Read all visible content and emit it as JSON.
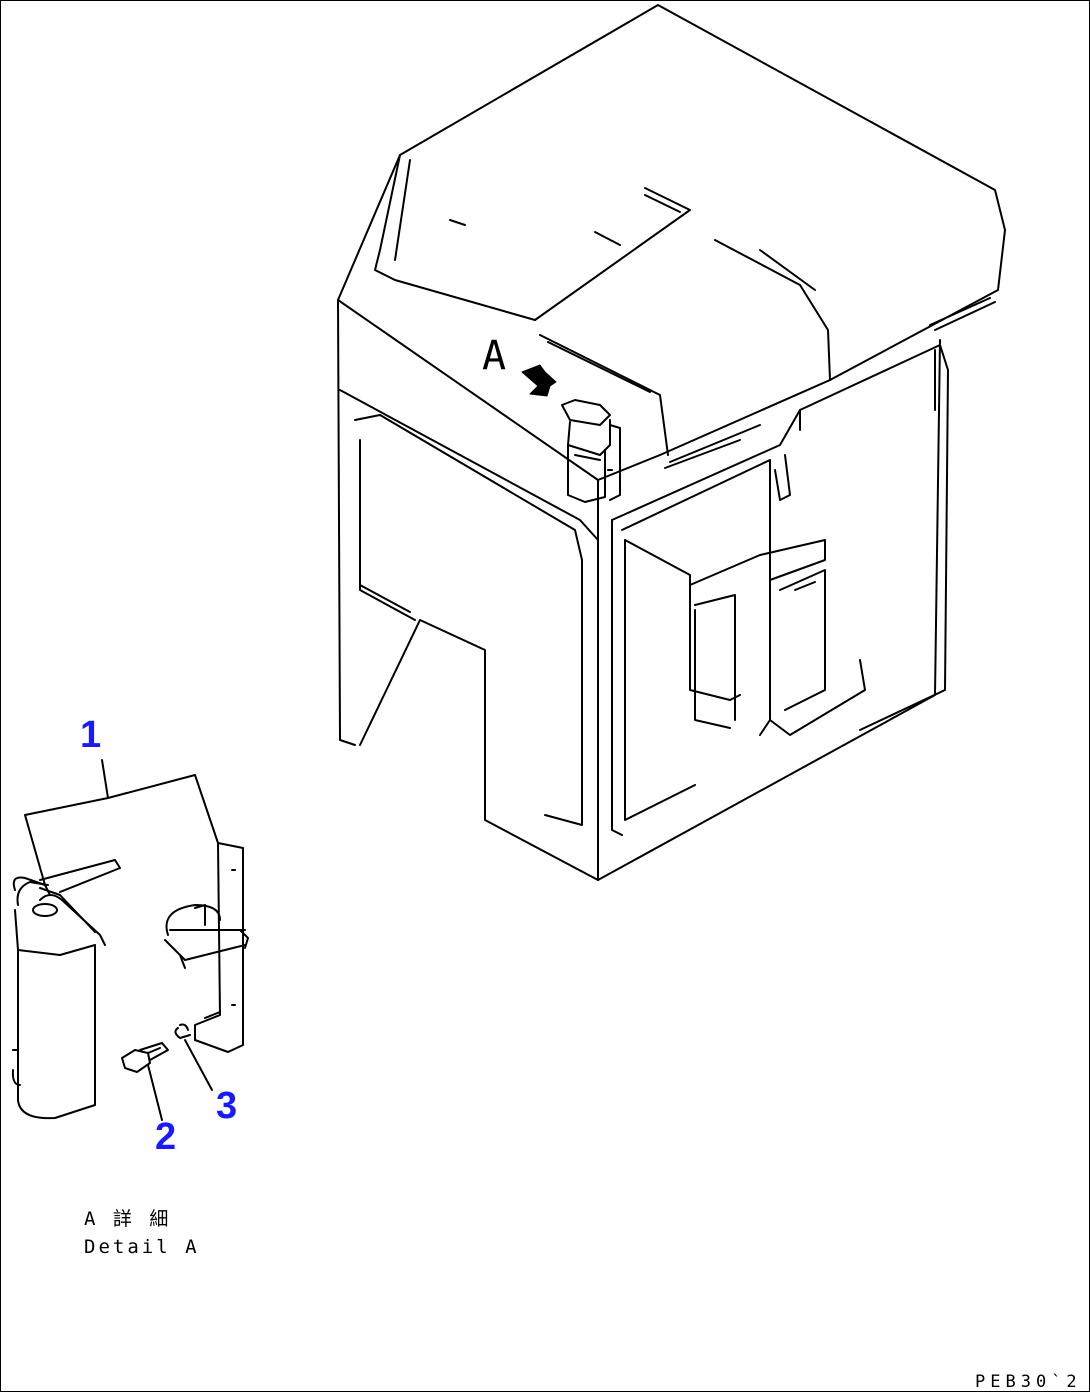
{
  "callouts": {
    "part1": "1",
    "part2": "2",
    "part3": "3",
    "view_label": "A"
  },
  "caption": {
    "jp": "A 詳 細",
    "en": "Detail A"
  },
  "drawing_code": "PEB30`2",
  "colors": {
    "callout": "#1a1aff",
    "line": "#000000",
    "background": "#ffffff"
  }
}
